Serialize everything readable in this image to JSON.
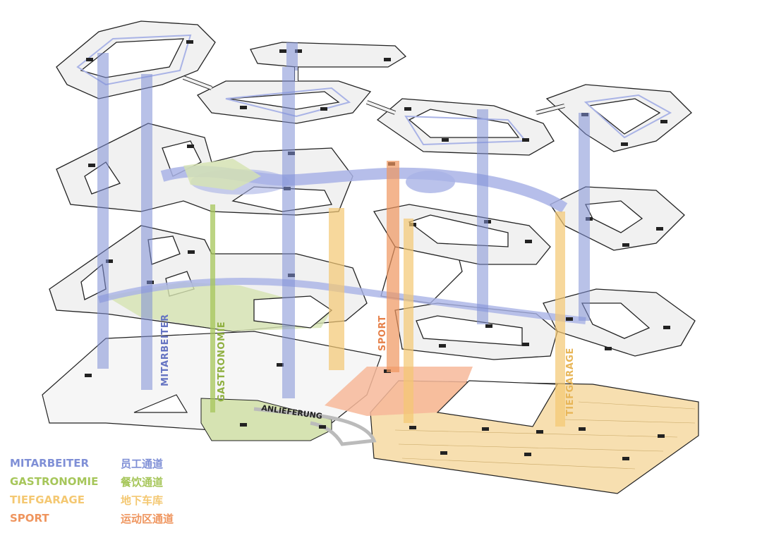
{
  "diagram": {
    "type": "exploded-axonometric-circulation",
    "colors": {
      "mitarbeiter": "#7f8fd6",
      "gastronomie": "#a6c65a",
      "tiefgarage": "#f4c872",
      "sport": "#ef955e",
      "garage_floor": "#f7dfb0",
      "sport_floor": "#f7b89a",
      "gastro_floor": "#d6e3b2"
    },
    "vertical_labels": {
      "mitarbeiter": "MITARBEITER",
      "gastronomie": "GASTRONOMIE",
      "sport": "SPORT",
      "tiefgarage": "TIEFGARAGE"
    },
    "ground_label": "ANLIEFERUNG"
  },
  "legend": [
    {
      "key": "mitarbeiter",
      "en": "MITARBEITER",
      "zh": "员工通道",
      "color": "#7f8fd6"
    },
    {
      "key": "gastronomie",
      "en": "GASTRONOMIE",
      "zh": "餐饮通道",
      "color": "#a6c65a"
    },
    {
      "key": "tiefgarage",
      "en": "TIEFGARAGE",
      "zh": "地下车库",
      "color": "#f4c872"
    },
    {
      "key": "sport",
      "en": "SPORT",
      "zh": "运动区通道",
      "color": "#ef955e"
    }
  ]
}
